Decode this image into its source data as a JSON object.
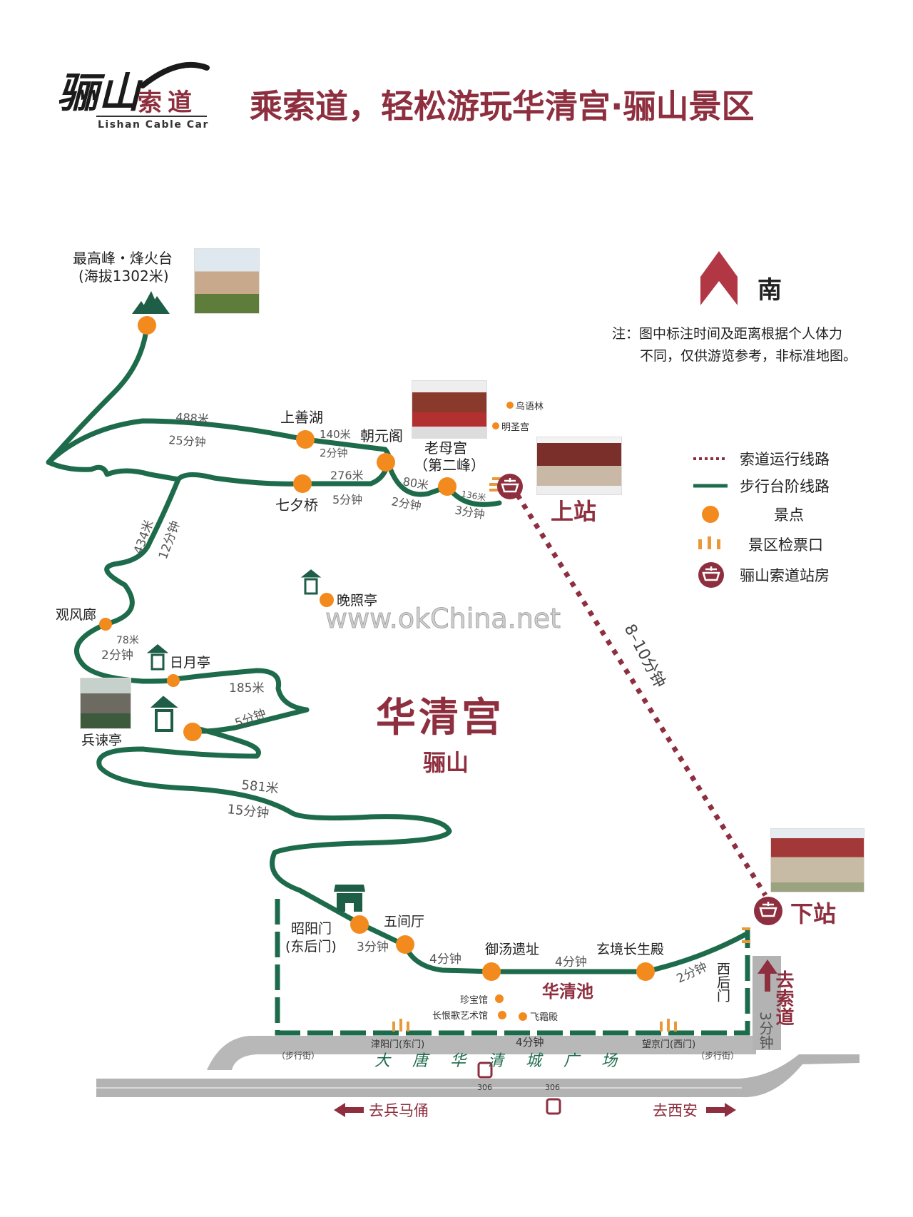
{
  "header": {
    "logo": {
      "calligraphy": "骊山",
      "cn": "索道",
      "en": "Lishan Cable Car"
    },
    "title": "乘索道，轻松游玩华清宫·骊山景区"
  },
  "compass": {
    "direction": "南"
  },
  "note": {
    "line1": "注：图中标注时间及距离根据个人体力",
    "line2": "不同，仅供游览参考，非标准地图。"
  },
  "legend": {
    "items": [
      {
        "icon": "dotted-line-icon",
        "label": "索道运行线路"
      },
      {
        "icon": "solid-line-icon",
        "label": "步行台阶线路"
      },
      {
        "icon": "orange-dot-icon",
        "label": "景点"
      },
      {
        "icon": "ticket-gate-icon",
        "label": "景区检票口"
      },
      {
        "icon": "cable-station-icon",
        "label": "骊山索道站房"
      }
    ]
  },
  "colors": {
    "trail": "#1e6b4c",
    "spot": "#f28a1d",
    "brand": "#8e2f3f",
    "road": "#b3b3b3"
  },
  "map": {
    "center_title": "华清宫",
    "center_sub": "骊山",
    "pool_label": "华清池",
    "watermark": "www.okChina.net",
    "summit": {
      "name": "最高峰・烽火台",
      "altitude": "(海拔1302米)"
    },
    "spots": {
      "shangshanhu": "上善湖",
      "chaoyuange": "朝元阁",
      "laomugong": "老母宫",
      "laomugong_sub": "（第二峰）",
      "qixiqiao": "七夕桥",
      "guanfenglang": "观风廊",
      "riyueting": "日月亭",
      "wanzhaoting": "晚照亭",
      "bingjianting": "兵谏亭",
      "zhaoyangmen": "昭阳门",
      "zhaoyangmen_sub": "(东后门)",
      "wujianting": "五间厅",
      "yutang": "御汤遗址",
      "xuanjing": "玄境长生殿",
      "xihoumen": "西后门",
      "niaoyulin": "鸟语林",
      "mingshenggong": "明圣宫",
      "zhenbaoguan": "珍宝馆",
      "changhenge": "长恨歌艺术馆",
      "feishuangdian": "飞霜殿"
    },
    "segments": {
      "s1_dist": "488米",
      "s1_time": "25分钟",
      "s2_dist": "140米",
      "s2_time": "2分钟",
      "s3_dist": "276米",
      "s3_time": "5分钟",
      "s4_dist": "80米",
      "s4_time": "2分钟",
      "s5_dist": "136米",
      "s5_time": "3分钟",
      "s6_dist": "434米",
      "s6_time": "12分钟",
      "s7_dist": "78米",
      "s7_time": "2分钟",
      "s8_dist": "185米",
      "s8_time": "5分钟",
      "s9_dist": "581米",
      "s9_time": "15分钟",
      "s10_time": "3分钟",
      "s11_time": "4分钟",
      "s12_time": "4分钟",
      "s13_time": "2分钟",
      "cable_time": "8–10分钟",
      "plaza_time": "4分钟"
    },
    "stations": {
      "upper": "上站",
      "lower": "下站"
    },
    "to_cable": {
      "label": "去索道",
      "time": "3分钟"
    },
    "plaza": {
      "name": "大 唐 华 清 城 广 场",
      "east_gate": "津阳门(东门)",
      "west_gate": "望京门(西门)",
      "pedestrian_left": "（步行街）",
      "pedestrian_right": "（步行街）",
      "road_no_1": "306",
      "road_no_2": "306"
    },
    "directions": {
      "left": "去兵马俑",
      "right": "去西安"
    }
  }
}
